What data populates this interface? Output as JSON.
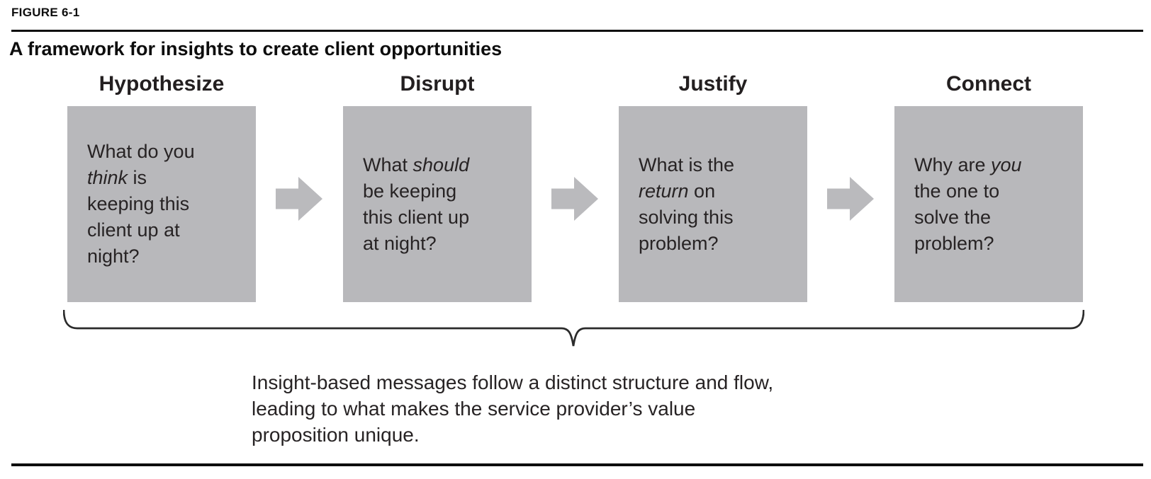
{
  "figure": {
    "label": "FIGURE 6-1",
    "title": "A framework for insights to create client opportunities"
  },
  "steps": [
    {
      "heading": "Hypothesize",
      "question_plain": "What do you think is keeping this client up at night?",
      "italic_word": "think",
      "lines": [
        [
          {
            "t": "What do you"
          }
        ],
        [
          {
            "t": "think",
            "i": true
          },
          {
            "t": " is"
          }
        ],
        [
          {
            "t": "keeping this"
          }
        ],
        [
          {
            "t": "client up at"
          }
        ],
        [
          {
            "t": "night?"
          }
        ]
      ]
    },
    {
      "heading": "Disrupt",
      "question_plain": "What should be keeping this client up at night?",
      "italic_word": "should",
      "lines": [
        [
          {
            "t": "What "
          },
          {
            "t": "should",
            "i": true
          }
        ],
        [
          {
            "t": "be keeping"
          }
        ],
        [
          {
            "t": "this client up"
          }
        ],
        [
          {
            "t": "at night?"
          }
        ]
      ]
    },
    {
      "heading": "Justify",
      "question_plain": "What is the return on solving this problem?",
      "italic_word": "return",
      "lines": [
        [
          {
            "t": "What is the"
          }
        ],
        [
          {
            "t": "return",
            "i": true
          },
          {
            "t": " on"
          }
        ],
        [
          {
            "t": "solving this"
          }
        ],
        [
          {
            "t": "problem?"
          }
        ]
      ]
    },
    {
      "heading": "Connect",
      "question_plain": "Why are you the one to solve the problem?",
      "italic_word": "you",
      "lines": [
        [
          {
            "t": "Why are "
          },
          {
            "t": "you",
            "i": true
          }
        ],
        [
          {
            "t": "the one to"
          }
        ],
        [
          {
            "t": "solve the"
          }
        ],
        [
          {
            "t": "problem?"
          }
        ]
      ]
    }
  ],
  "caption": {
    "lines": [
      "Insight-based messages follow a distinct structure and flow,",
      "leading to what makes the service provider’s value",
      "proposition unique."
    ]
  },
  "icons": {
    "between_steps": "arrow-right-icon",
    "under_boxes": "curly-brace-icon"
  },
  "colors": {
    "page_bg": "#ffffff",
    "box_gray": "#b8b8bb",
    "arrow_gray": "#bababd",
    "ink": "#0d0d0d",
    "heading_dark": "#231f20",
    "text_dark": "#272324",
    "brace_ink": "#2b2b2b"
  }
}
